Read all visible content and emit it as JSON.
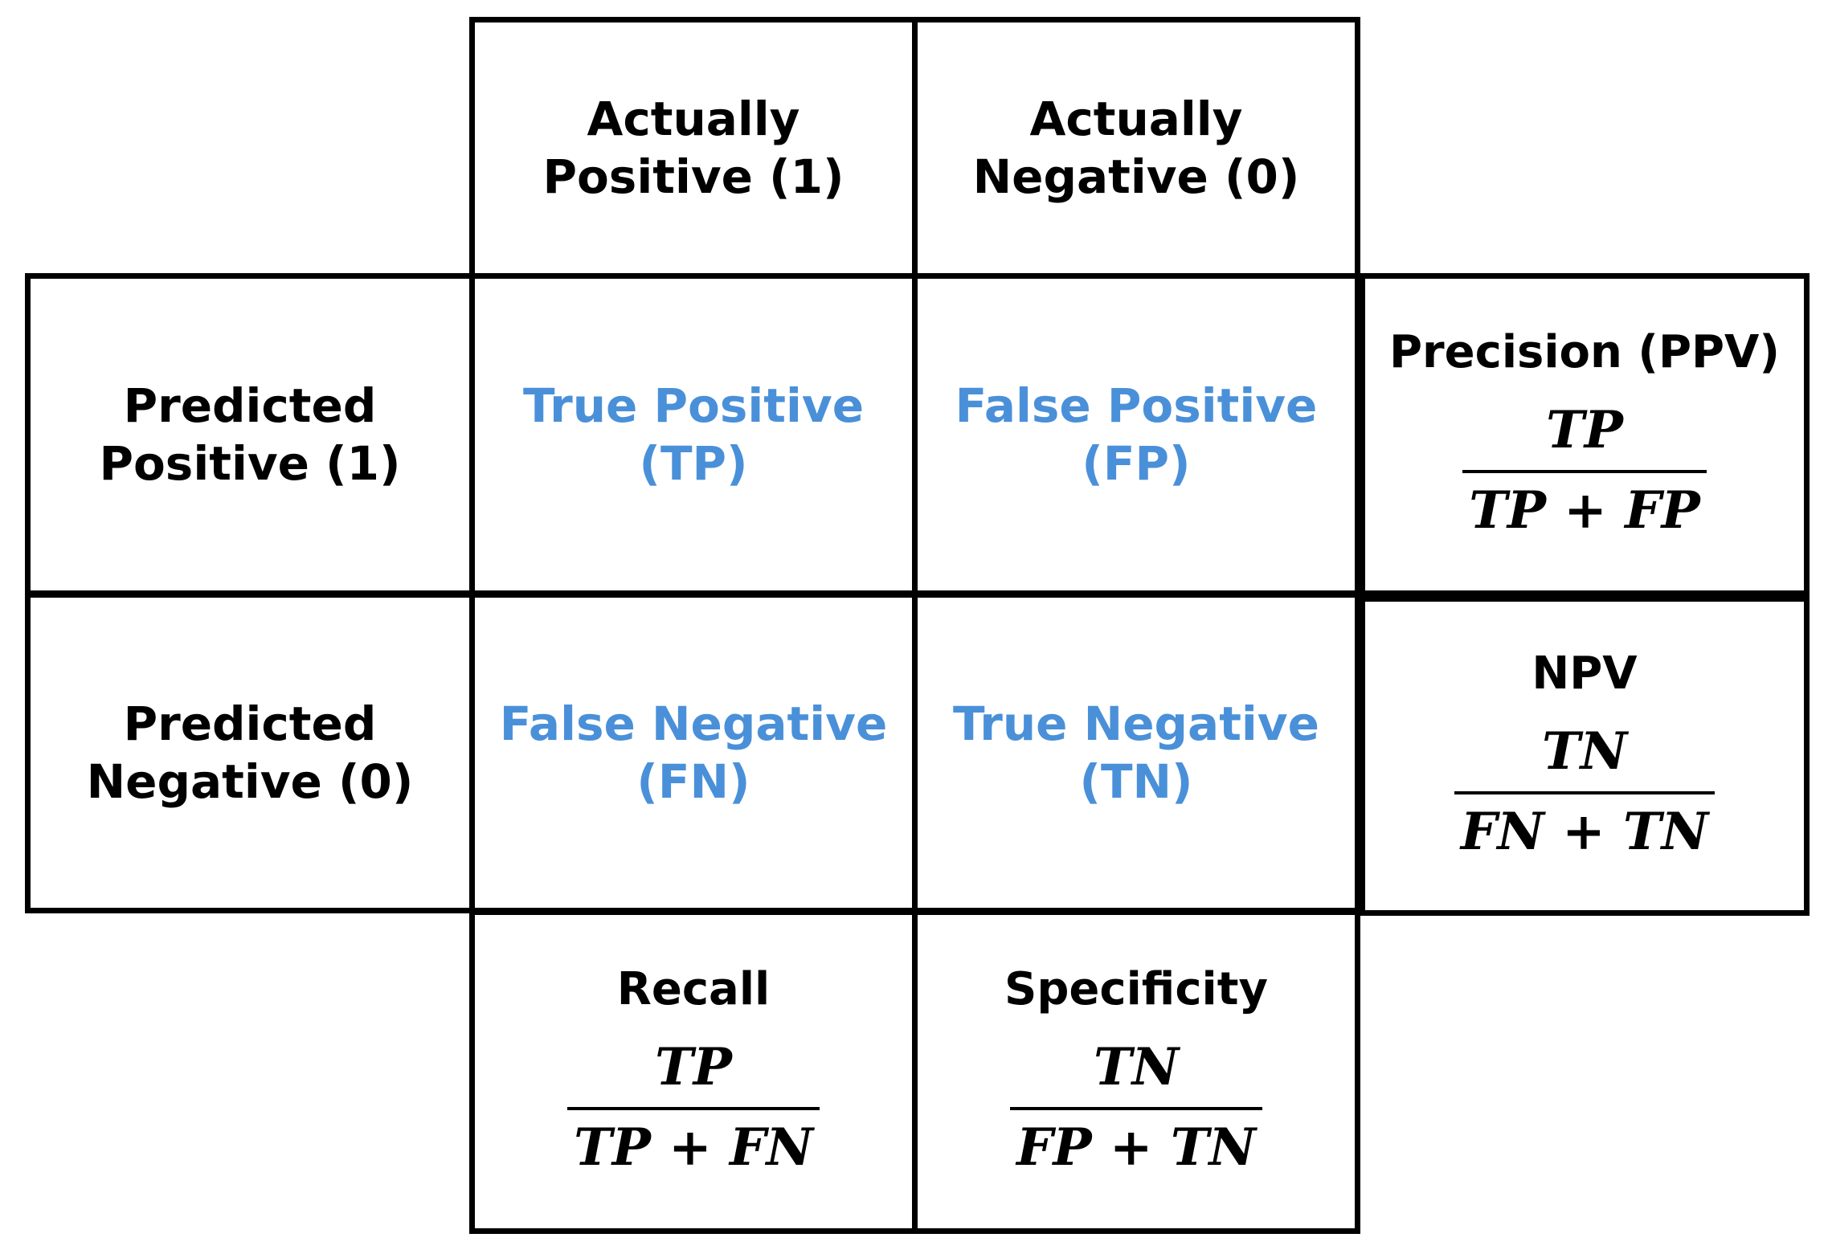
{
  "colors": {
    "outcome_text": "#4a90d9",
    "border": "#000000"
  },
  "header": {
    "actually_positive": [
      "Actually",
      "Positive (1)"
    ],
    "actually_negative": [
      "Actually",
      "Negative (0)"
    ]
  },
  "rows": {
    "predicted_positive": [
      "Predicted",
      "Positive (1)"
    ],
    "predicted_negative": [
      "Predicted",
      "Negative (0)"
    ]
  },
  "outcomes": {
    "tp": [
      "True Positive",
      "(TP)"
    ],
    "fp": [
      "False Positive",
      "(FP)"
    ],
    "fn": [
      "False Negative",
      "(FN)"
    ],
    "tn": [
      "True Negative",
      "(TN)"
    ]
  },
  "metrics": {
    "precision": {
      "name": "Precision (PPV)",
      "numerator": "TP",
      "denominator": "TP + FP"
    },
    "npv": {
      "name": "NPV",
      "numerator": "TN",
      "denominator": "FN + TN"
    },
    "recall": {
      "name": "Recall",
      "numerator": "TP",
      "denominator": "TP + FN"
    },
    "specificity": {
      "name": "Specificity",
      "numerator": "TN",
      "denominator": "FP + TN"
    }
  }
}
